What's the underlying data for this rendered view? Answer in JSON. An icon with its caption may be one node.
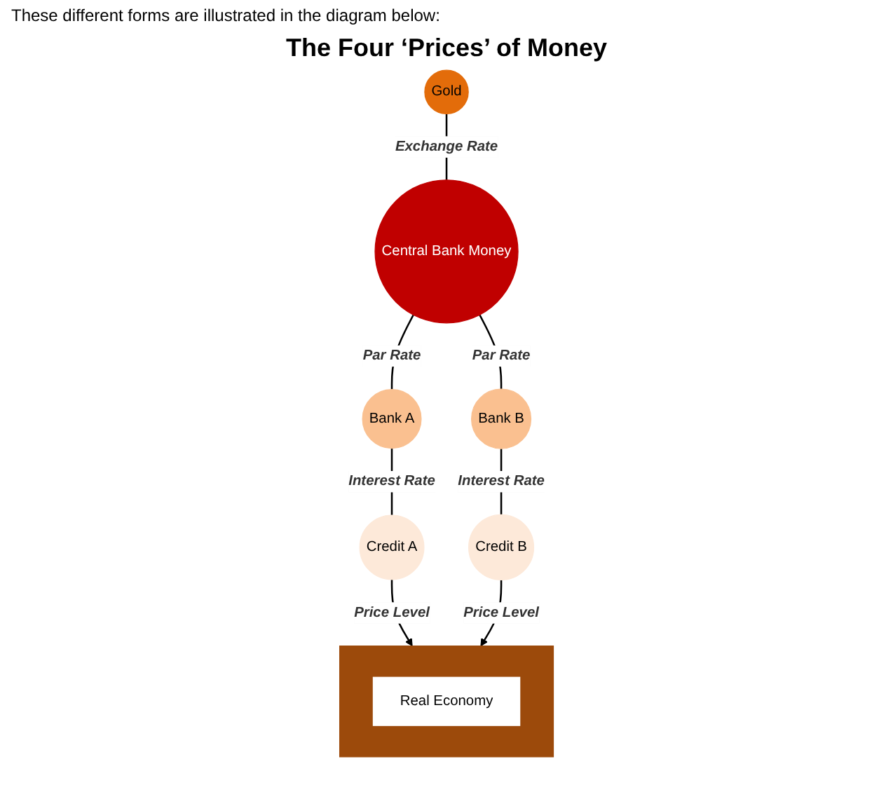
{
  "diagram": {
    "title": "The Four ‘Prices’ of Money",
    "nodes": [
      {
        "text": [
          "Gold"
        ]
      },
      {
        "text": [
          "Central Bank Money"
        ]
      },
      {
        "text": [
          "Bank  A"
        ]
      },
      {
        "text": [
          "Bank B"
        ]
      },
      {
        "text": [
          "Credit A"
        ]
      },
      {
        "text": [
          "Credit B"
        ]
      },
      {
        "text": [],
        "shape": "box"
      },
      {
        "text": [
          "Real Economy"
        ],
        "in": 6
      }
    ],
    "edges": [
      {
        "from": 0,
        "to": 1,
        "arrow": "none",
        "label": "Exchange Rate"
      },
      {
        "from": 1,
        "to": 2,
        "arrow": "none",
        "label": "Par Rate"
      },
      {
        "from": 1,
        "to": 3,
        "arrow": "none",
        "label": "Par Rate"
      },
      {
        "from": 2,
        "to": 4,
        "arrow": "none",
        "label": "Interest Rate"
      },
      {
        "from": 3,
        "to": 5,
        "arrow": "none",
        "label": "Interest Rate"
      },
      {
        "from": 4,
        "to": 6,
        "arrow": "to",
        "label": "Price Level"
      },
      {
        "from": 5,
        "to": 6,
        "arrow": "to",
        "label": "Price Level"
      }
    ],
    "labels": [
      "These different forms are illustrated in the diagram below:"
    ]
  }
}
